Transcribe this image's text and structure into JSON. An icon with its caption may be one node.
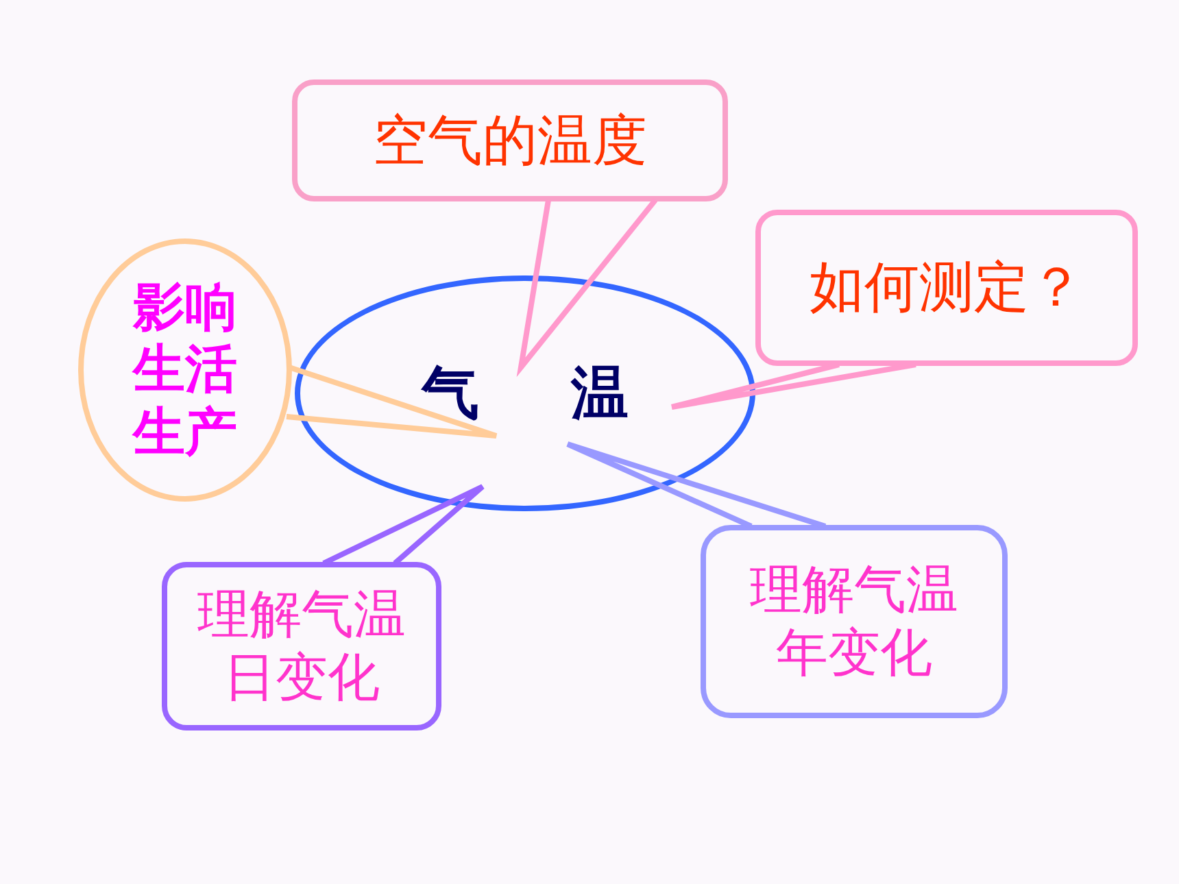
{
  "diagram": {
    "nodes": [
      {
        "text": [
          "空气的温度"
        ]
      },
      {
        "text": [
          "影响生活生产"
        ]
      },
      {
        "text": [
          "气温"
        ]
      },
      {
        "text": [
          "如何测定？"
        ]
      },
      {
        "text": [
          "理解气温日变化"
        ]
      },
      {
        "text": [
          "理解气温年变化"
        ]
      }
    ],
    "edges": [
      {
        "from": 0,
        "to": 2,
        "arrow": "none",
        "color": "#ff99cc"
      },
      {
        "from": 1,
        "to": 2,
        "arrow": "none",
        "color": "#ffcc99"
      },
      {
        "from": 3,
        "to": 2,
        "arrow": "none",
        "color": "#ff99cc"
      },
      {
        "from": 4,
        "to": 2,
        "arrow": "none",
        "color": "#9966ff"
      },
      {
        "from": 5,
        "to": 2,
        "arrow": "none",
        "color": "#9999ff"
      }
    ]
  }
}
